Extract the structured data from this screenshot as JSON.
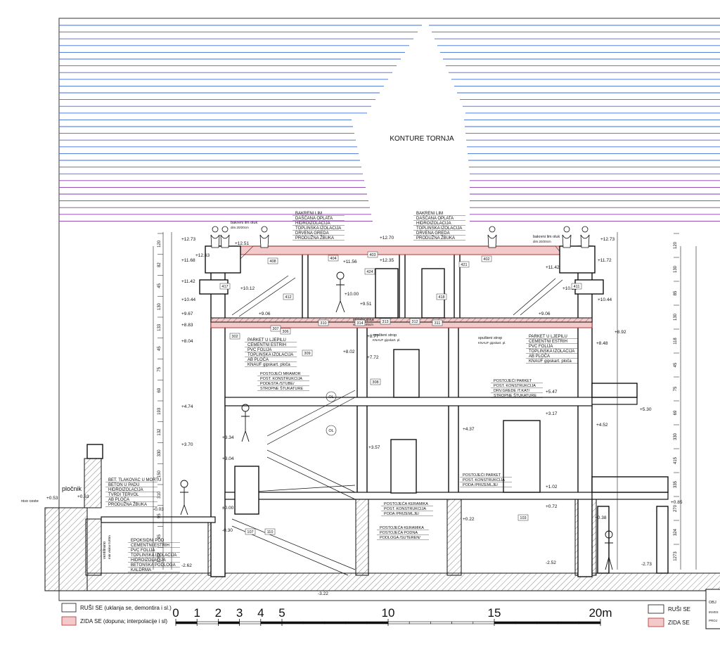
{
  "drawing": {
    "tower_caption": "KONTURE TORNJA",
    "roof_layers_left": [
      "BAKRENI LIM",
      "DAŠČANA OPLATA",
      "HIDROIZOLACIJA",
      "TOPLINSKA IZOLACIJA",
      "DRVENA GREDA",
      "PRODUŽNA ŽBUKA"
    ],
    "roof_layers_right": [
      "BAKRENI LIM",
      "DAŠČANA OPLATA",
      "HIDROIZOLACIJA",
      "TOPLINSKA IZOLACIJA",
      "DRVENA GREDA",
      "PRODUŽNA ŽBUKA"
    ],
    "floor_layers_attic": [
      "PARKET U LJEPILU",
      "CEMENTNI ESTRIH",
      "PVC FOLIJA",
      "TOPLINSKA IZOLACIJA",
      "AB PLOČA",
      "KNAUF gipskart. ploča"
    ],
    "floor_layers_attic_right": [
      "PARKET U LJEPILU",
      "CEMENTNI ESTRIH",
      "PVC FOLIJA",
      "TOPLINSKA IZOLACIJA",
      "AB PLOČA",
      "KNAUF gipskart. ploča"
    ],
    "floor_layers_first": [
      "POSTOJEĆI MRAMOR",
      "POST. KONSTRUKCIJA",
      "PODESTA /STUBE/",
      "STROPNE ŠTUKATURE"
    ],
    "floor_layers_first_right": [
      "POSTOJEĆI PARKET",
      "POST. KONSTRUKCIJA",
      "DRV.GREDE /T.KAT/",
      "STROPNE ŠTUKATURE"
    ],
    "floor_layers_ground_right": [
      "POSTOJEĆI PARKET",
      "POST. KONSTRUKCIJA",
      "PODA /PRIZEMLJE/"
    ],
    "floor_layers_terrace": [
      "BET. TLAKOVAC U MORTU",
      "BETON U PADU",
      "HIDROIZOLACIJA",
      "TVRDI TERVOL",
      "AB PLOČA",
      "PRODUŽNA ŽBUKA"
    ],
    "floor_layers_basement": [
      "EPOKSIDNI POD",
      "CEMENTNI ESTRIH",
      "PVC FOLIJA",
      "TOPLINSKA IZOLACIJA",
      "HIDROIZOLACIJA",
      "BETONSKA PODLOGA",
      "KALDRMA"
    ],
    "floor_layers_basement_mid": [
      "POSTOJEĆA KERAMIKA",
      "POSTOJEĆA PODNA",
      "PODLOGA /SUTEREN/"
    ],
    "floor_layers_ground_mid": [
      "POSTOJEĆA KERAMIKA",
      "POST. KONSTRUKCIJA",
      "PODA /PRIZEMLJE/"
    ],
    "notes": {
      "ceiling_a": "spušteni strop",
      "ceiling_a2": "KNAUF gipskart. pl.",
      "ceiling_b": "spušteni strop",
      "ceiling_b2": "KNAUF gipskart. pl.",
      "install": "instalacijska",
      "install2": "visina h=45cm",
      "gutter_left": "bakreni lim oluk",
      "gutter_left2": "dim.20/20cm",
      "gutter_right": "bakreni lim oluk",
      "gutter_right2": "dim.20/20cm",
      "vent": "ventilirano",
      "vent2": "min visina 0,60m",
      "plocnik": "pločnik",
      "nivo_ceste": "nivo ceste"
    },
    "levels": {
      "l1273a": "+12.73",
      "l1263": "+12.63",
      "l1251": "+12.51",
      "l1270": "+12.70",
      "l1235": "+12.35",
      "l1156": "+11.56",
      "l1168": "+11.68",
      "l1142a": "+11.42",
      "l1142b": "+11.42",
      "l1172": "+11.72",
      "l1273b": "+12.73",
      "l1044a": "+10.44",
      "l1044b": "+10.44",
      "l1012a": "+10.12",
      "l1012b": "+10.12",
      "l1000": "+10.00",
      "l967": "+9.67",
      "l951": "+9.51",
      "l906a": "+9.06",
      "l906b": "+9.06",
      "l883": "+8.83",
      "l877": "+8.77",
      "l892": "+8.92",
      "l848": "+8.48",
      "l804": "+8.04",
      "l802": "+8.02",
      "l772": "+7.72",
      "l547": "+5.47",
      "l530": "+5.30",
      "l474": "+4.74",
      "l452": "+4.52",
      "l437": "+4.37",
      "l370": "+3.70",
      "l357": "+3.57",
      "l334": "+3.34",
      "l317": "+3.17",
      "l304": "+3.04",
      "l102": "+1.02",
      "l085": "+0.85",
      "l072": "+0.72",
      "l063": "+0.63",
      "l053": "+0.53",
      "l038": "+0.38",
      "l022": "+0.22",
      "l000": "±0.00",
      "m003": "-0.03",
      "m030": "-0.30",
      "m252": "-2.52",
      "m262": "-2.62",
      "m273": "-2.73",
      "m322": "-3.22"
    },
    "rooms": [
      "408",
      "404",
      "402",
      "403",
      "421",
      "417",
      "411",
      "424",
      "412",
      "418",
      "314",
      "313",
      "312",
      "311",
      "310",
      "302",
      "307",
      "306",
      "309",
      "308",
      "107",
      "110",
      "103"
    ],
    "dims_left": [
      "120",
      "82",
      "45",
      "130",
      "133",
      "45",
      "75",
      "69",
      "193",
      "132",
      "330",
      "150",
      "310",
      "95",
      "45",
      "1282"
    ],
    "dims_right": [
      "120",
      "130",
      "85",
      "130",
      "118",
      "45",
      "75",
      "69",
      "330",
      "415",
      "335",
      "270",
      "324",
      "1273"
    ],
    "markers": [
      "OL",
      "OL"
    ]
  },
  "scale_bar": {
    "ticks": [
      "0",
      "1",
      "2",
      "3",
      "4",
      "5",
      "10",
      "15",
      "20m"
    ]
  },
  "legend": {
    "demolish": "RUŠI SE (uklanja se, demontira i sl.)",
    "build": "ZIDA SE (dopuna; interpolacije i sl)",
    "demolish_short": "RUŠI SE",
    "build_short": "ZIDA SE"
  },
  "title_block": {
    "line1": "OBJ",
    "line2": "INVES",
    "line3": "PROJ"
  },
  "colors": {
    "tower_blue": "#3a6fd8",
    "tower_purple": "#8a3aa8",
    "demolish_fill": "#ffffff",
    "build_fill": "#f3c9c9",
    "build_stroke": "#b33333"
  }
}
